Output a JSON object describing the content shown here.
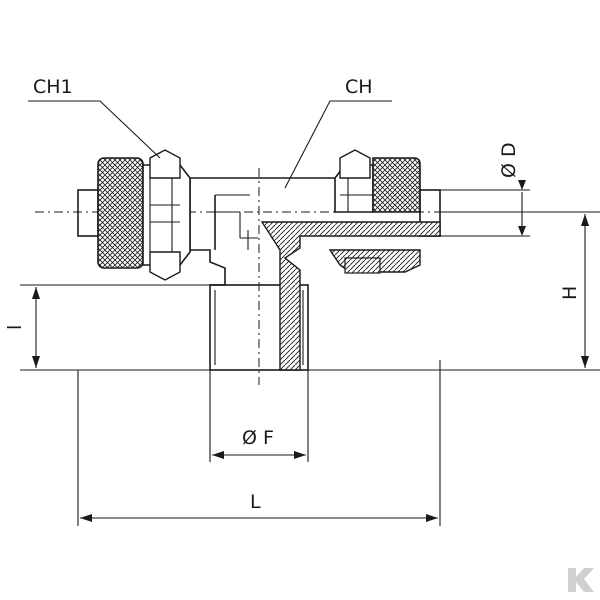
{
  "labels": {
    "ch1": "CH1",
    "ch": "CH",
    "od": "Ø D",
    "h": "H",
    "l_small": "l",
    "of": "Ø F",
    "l_big": "L"
  },
  "colors": {
    "line": "#1a1a1a",
    "logo": "#d0d0d0"
  },
  "icons": {
    "watermark": "k-logo-icon"
  }
}
